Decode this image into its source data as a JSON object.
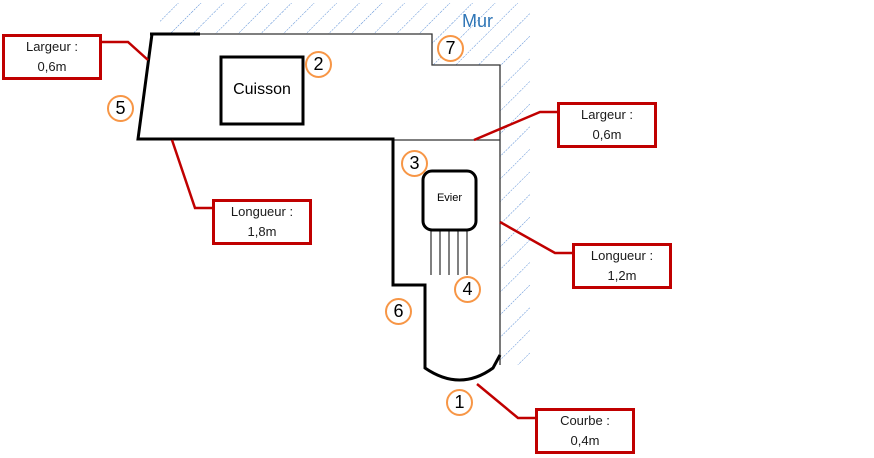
{
  "wall": {
    "label": "Mur",
    "color": "#2e75b6"
  },
  "zones": {
    "cooking": "Cuisson",
    "sink": "Evier"
  },
  "callouts": [
    {
      "id": "top-width",
      "title": "Largeur :",
      "value": "0,6m"
    },
    {
      "id": "top-length",
      "title": "Longueur :",
      "value": "1,8m"
    },
    {
      "id": "side-width",
      "title": "Largeur :",
      "value": "0,6m"
    },
    {
      "id": "side-length",
      "title": "Longueur :",
      "value": "1,2m"
    },
    {
      "id": "curve",
      "title": "Courbe :",
      "value": "0,4m"
    }
  ],
  "markers": [
    "1",
    "2",
    "3",
    "4",
    "5",
    "6",
    "7"
  ],
  "colors": {
    "callout": "#c00000",
    "marker": "#f79646",
    "outline": "#000000",
    "hatch": "#5b8fd6"
  }
}
